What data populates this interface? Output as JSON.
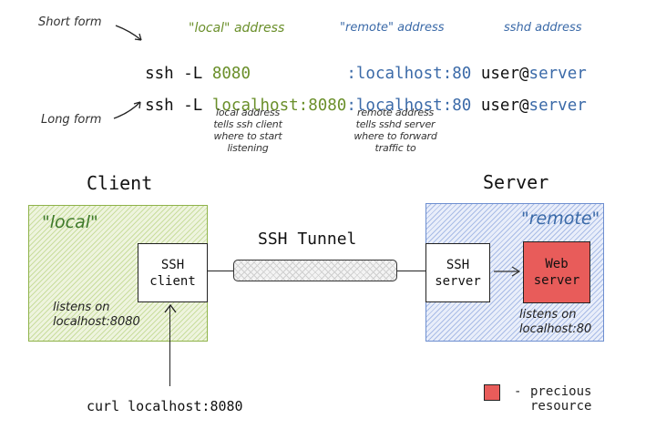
{
  "annotations": {
    "short_form": "Short form",
    "long_form": "Long form",
    "local_address_header": "\"local\" address",
    "remote_address_header": "\"remote\" address",
    "sshd_address_header": "sshd address"
  },
  "commands": {
    "short": {
      "prefix": "ssh -L ",
      "local": "8080",
      "remote": ":localhost:80",
      "user": " user@",
      "server": "server"
    },
    "long": {
      "prefix": "ssh -L ",
      "local": "localhost:8080",
      "remote": ":localhost:80",
      "user": " user@",
      "server": "server"
    }
  },
  "notes": {
    "local": [
      "local address",
      "tells ssh client",
      "where to start",
      "listening"
    ],
    "remote": [
      "remote address",
      "tells sshd server",
      "where to forward",
      "traffic to"
    ]
  },
  "client": {
    "title": "Client",
    "region_label": "\"local\"",
    "node_lines": [
      "SSH",
      "client"
    ],
    "listen_lines": [
      "listens on",
      "localhost:8080"
    ]
  },
  "tunnel": {
    "label": "SSH Tunnel"
  },
  "server": {
    "title": "Server",
    "region_label": "\"remote\"",
    "ssh_node_lines": [
      "SSH",
      "server"
    ],
    "web_node_lines": [
      "Web",
      "server"
    ],
    "listen_lines": [
      "listens on",
      "localhost:80"
    ]
  },
  "curl_command": "curl localhost:8080",
  "legend": {
    "dash": "-",
    "lines": [
      "precious",
      "resource"
    ]
  },
  "colors": {
    "local_green": "#6a8f2a",
    "remote_blue": "#3b6aa8",
    "precious_red": "#e85c5a"
  }
}
